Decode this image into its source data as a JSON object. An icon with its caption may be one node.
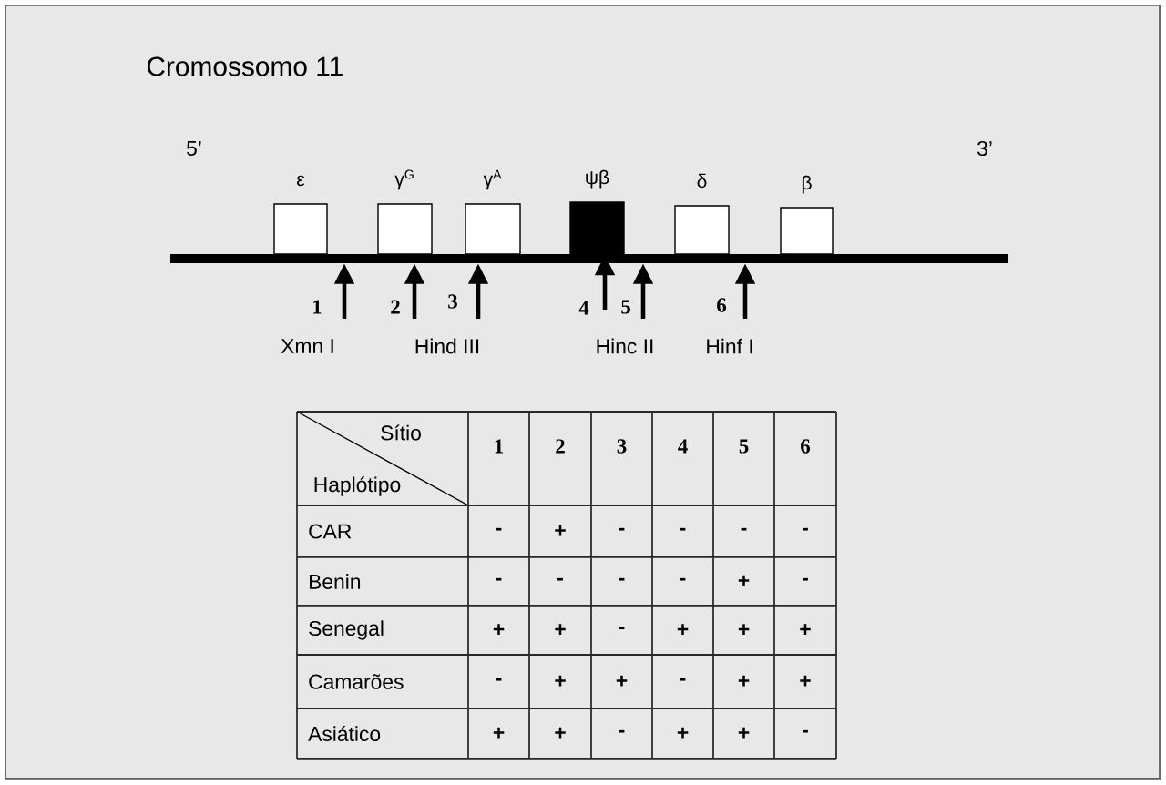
{
  "diagram": {
    "title": "Cromossomo 11",
    "nodes": [
      {
        "text": [
          "ε"
        ]
      },
      {
        "text": [
          "γ$^{G}$"
        ]
      },
      {
        "text": [
          "γ$^{A}$"
        ]
      },
      {
        "text": [
          "ψβ"
        ]
      },
      {
        "text": [
          "δ"
        ]
      },
      {
        "text": [
          "β"
        ]
      },
      {
        "text": [],
        "shape": "bar"
      }
    ],
    "edges": [
      {
        "from": null,
        "to": 6,
        "arrow": "to"
      },
      {
        "from": null,
        "to": 6,
        "arrow": "to"
      },
      {
        "from": null,
        "to": 6,
        "arrow": "to"
      },
      {
        "from": null,
        "to": 3,
        "arrow": "to"
      },
      {
        "from": null,
        "to": 6,
        "arrow": "to"
      },
      {
        "from": null,
        "to": 6,
        "arrow": "to"
      }
    ],
    "labels": [
      "5’",
      "3’",
      "1",
      "2",
      "3",
      "4",
      "5",
      "6",
      "Xmn I",
      "Hind III",
      "Hinc II",
      "Hinf I",
      "Sítio",
      "Haplótipo",
      "1",
      "2",
      "3",
      "4",
      "5",
      "6",
      "CAR",
      "-",
      "+",
      "-",
      "-",
      "-",
      "-",
      "Benin",
      "-",
      "-",
      "-",
      "-",
      "+",
      "-",
      "Senegal",
      "+",
      "+",
      "-",
      "+",
      "+",
      "+",
      "Camarões",
      "-",
      "+",
      "+",
      "-",
      "+",
      "+",
      "Asiático",
      "+",
      "+",
      "-",
      "+",
      "+",
      "-"
    ]
  }
}
